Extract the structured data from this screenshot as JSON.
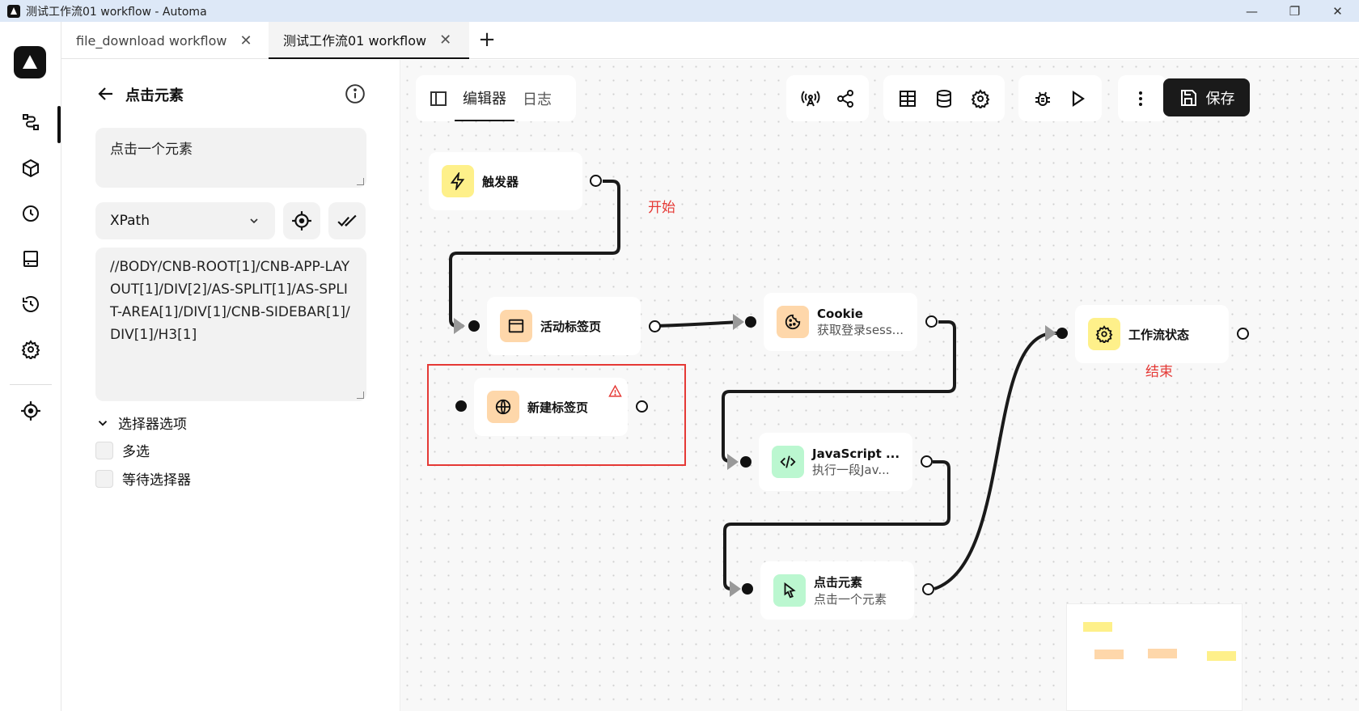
{
  "window": {
    "title": "测试工作流01 workflow - Automa",
    "minimize": "—",
    "maximize": "❐",
    "close": "✕"
  },
  "tabs": [
    {
      "label": "file_download workflow",
      "close": "✕"
    },
    {
      "label": "测试工作流01 workflow",
      "close": "✕"
    }
  ],
  "tab_add": "+",
  "panel": {
    "title": "点击元素",
    "description": "点击一个元素",
    "selector_type": "XPath",
    "selector": "//BODY/CNB-ROOT[1]/CNB-APP-LAYOUT[1]/DIV[2]/AS-SPLIT[1]/AS-SPLIT-AREA[1]/DIV[1]/CNB-SIDEBAR[1]/DIV[1]/H3[1]",
    "options_label": "选择器选项",
    "multiple_label": "多选",
    "wait_label": "等待选择器"
  },
  "toolbar": {
    "editor_tab": "编辑器",
    "log_tab": "日志",
    "save_label": "保存"
  },
  "nodes": {
    "trigger": {
      "title": "触发器"
    },
    "active_tab": {
      "title": "活动标签页"
    },
    "new_tab": {
      "title": "新建标签页"
    },
    "cookie": {
      "title": "Cookie",
      "subtitle": "获取登录sess..."
    },
    "javascript": {
      "title": "JavaScript ...",
      "subtitle": "执行一段Jav..."
    },
    "click": {
      "title": "点击元素",
      "subtitle": "点击一个元素"
    },
    "workflow_state": {
      "title": "工作流状态"
    }
  },
  "notes": {
    "start": "开始",
    "end": "结束"
  },
  "colors": {
    "yellow": "#fef08a",
    "orange": "#fed7aa",
    "green": "#bbf7d0",
    "annotation": "#e53935"
  }
}
